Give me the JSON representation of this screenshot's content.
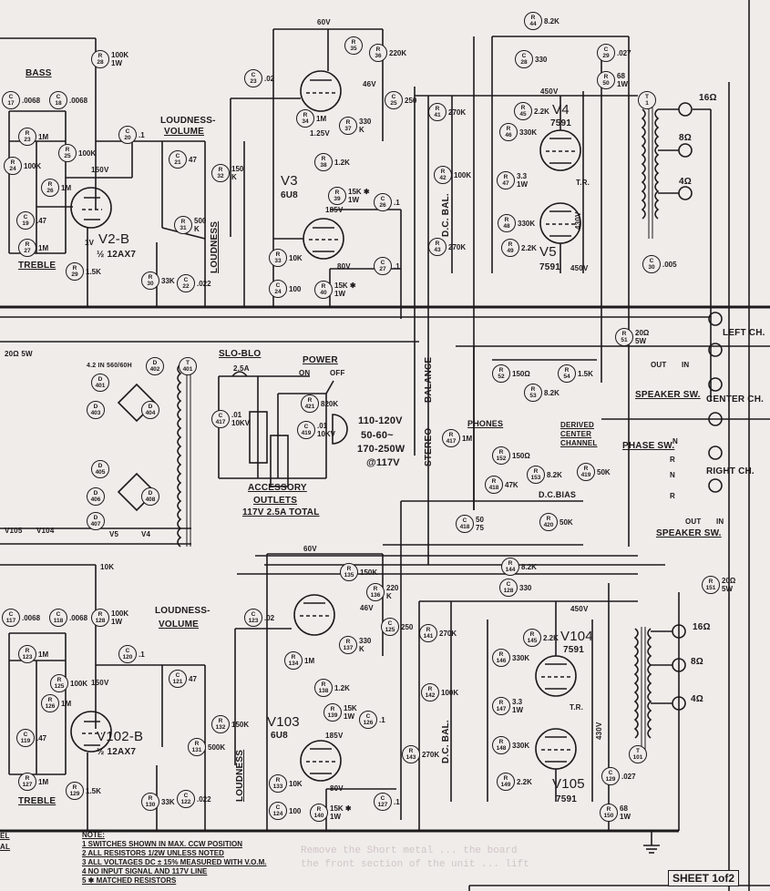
{
  "title_labels": {
    "bass": "BASS",
    "treble": "TREBLE",
    "treble_b": "TREBLE",
    "v2b": "V2-B",
    "v2b_type": "½ 12AX7",
    "loudness_volume_1": "LOUDNESS-",
    "loudness_volume_2": "VOLUME",
    "loudness": "LOUDNESS",
    "v3": "V3",
    "v3_type": "6U8",
    "v4": "V4",
    "v4_type": "7591",
    "v5": "V5",
    "v5_type": "7591",
    "dc_bal": "D.C. BAL.",
    "tr": "T.R.",
    "v60": "60V",
    "v46": "46V",
    "v125": "1.25V",
    "v185": "185V",
    "v80": "80V",
    "v150": "150V",
    "v1": "1V",
    "v450a": "450V",
    "v450b": "450V",
    "v430": "430V",
    "o16": "16Ω",
    "o8": "8Ω",
    "o4": "4Ω",
    "slo_blo": "SLO-BLO",
    "fuse": "2.5A",
    "power": "POWER",
    "on": "ON",
    "off": "OFF",
    "line1": "110-120V",
    "line2": "50-60~",
    "line3": "170-250W",
    "line4": "@117V",
    "acc1": "ACCESSORY",
    "acc2": "OUTLETS",
    "acc3": "117V 2.5A TOTAL",
    "stereo": "STEREO",
    "balance": "BALANCE",
    "phones": "PHONES",
    "derived1": "DERIVED",
    "derived2": "CENTER",
    "derived3": "CHANNEL",
    "dc_bias": "D.C.BIAS",
    "speaker_sw": "SPEAKER SW.",
    "out": "OUT",
    "in": "IN",
    "left_ch": "LEFT CH.",
    "center_ch": "CENTER CH.",
    "right_ch": "RIGHT CH.",
    "phase_sw": "PHASE SW.",
    "speaker_sw2": "SPEAKER SW.",
    "out2": "OUT",
    "in2": "IN",
    "n1": "N",
    "r1": "R",
    "n2": "N",
    "r2": "R",
    "v102b": "V102-B",
    "v102b_type": "½ 12AX7",
    "loudness_volume_b1": "LOUDNESS-",
    "loudness_volume_b2": "VOLUME",
    "loudness_b": "LOUDNESS",
    "v103": "V103",
    "v103_type": "6U8",
    "v104": "V104",
    "v104_type": "7591",
    "v105": "V105",
    "v105_type": "7591",
    "dc_bal_b": "D.C. BAL.",
    "tr_b": "T.R.",
    "v60b": "60V",
    "v46b": "46V",
    "v185b": "185V",
    "v80b": "80V",
    "v150b": "150V",
    "v450c": "450V",
    "v430b": "430V",
    "o16b": "16Ω",
    "o8b": "8Ω",
    "o4b": "4Ω",
    "ch_el": "EL",
    "ch_al": "AL",
    "sel_v105": "V105",
    "sel_v104": "V104",
    "sel_v5": "V5",
    "sel_v4": "V4",
    "r316": "10K",
    "rect_spec": "4.2 IN 560/60H",
    "r406": "20Ω 5W"
  },
  "notes": {
    "heading": "NOTE:",
    "items": [
      "1 SWITCHES SHOWN IN MAX. CCW POSITION",
      "2 ALL RESISTORS 1/2W UNLESS NOTED",
      "3 ALL VOLTAGES DC ± 15% MEASURED WITH V.O.M.",
      "4 NO INPUT SIGNAL AND 117V LINE",
      "5 ✱ MATCHED RESISTORS"
    ]
  },
  "sheet": "SHEET 1of2",
  "components": [
    {
      "kind": "R",
      "num": "28",
      "value": "100K\n1W"
    },
    {
      "kind": "C",
      "num": "17",
      "value": ".0068"
    },
    {
      "kind": "C",
      "num": "18",
      "value": ".0068"
    },
    {
      "kind": "R",
      "num": "23",
      "value": "1M"
    },
    {
      "kind": "R",
      "num": "24",
      "value": "100K"
    },
    {
      "kind": "R",
      "num": "25",
      "value": "100K"
    },
    {
      "kind": "R",
      "num": "26",
      "value": "1M"
    },
    {
      "kind": "C",
      "num": "20",
      "value": ".1"
    },
    {
      "kind": "C",
      "num": "19",
      "value": ".47"
    },
    {
      "kind": "R",
      "num": "27",
      "value": "1M"
    },
    {
      "kind": "R",
      "num": "29",
      "value": "1.5K"
    },
    {
      "kind": "C",
      "num": "21",
      "value": "47"
    },
    {
      "kind": "R",
      "num": "32",
      "value": "150\nK"
    },
    {
      "kind": "R",
      "num": "31",
      "value": "500\nK"
    },
    {
      "kind": "R",
      "num": "30",
      "value": "33K"
    },
    {
      "kind": "C",
      "num": "22",
      "value": ".022"
    },
    {
      "kind": "C",
      "num": "23",
      "value": ".02"
    },
    {
      "kind": "R",
      "num": "35",
      "value": ""
    },
    {
      "kind": "R",
      "num": "34",
      "value": "1M"
    },
    {
      "kind": "R",
      "num": "37",
      "value": "330\nK"
    },
    {
      "kind": "R",
      "num": "38",
      "value": "1.2K"
    },
    {
      "kind": "R",
      "num": "36",
      "value": "220K"
    },
    {
      "kind": "C",
      "num": "25",
      "value": "250"
    },
    {
      "kind": "R",
      "num": "39",
      "value": "15K ✱\n1W"
    },
    {
      "kind": "C",
      "num": "26",
      "value": ".1"
    },
    {
      "kind": "R",
      "num": "33",
      "value": "10K"
    },
    {
      "kind": "C",
      "num": "24",
      "value": "100"
    },
    {
      "kind": "R",
      "num": "40",
      "value": "15K ✱\n1W"
    },
    {
      "kind": "C",
      "num": "27",
      "value": ".1"
    },
    {
      "kind": "R",
      "num": "41",
      "value": "270K"
    },
    {
      "kind": "R",
      "num": "42",
      "value": "100K"
    },
    {
      "kind": "R",
      "num": "43",
      "value": "270K"
    },
    {
      "kind": "R",
      "num": "44",
      "value": "8.2K"
    },
    {
      "kind": "C",
      "num": "28",
      "value": "330"
    },
    {
      "kind": "C",
      "num": "29",
      "value": ".027"
    },
    {
      "kind": "R",
      "num": "50",
      "value": "68\n1W"
    },
    {
      "kind": "R",
      "num": "45",
      "value": "2.2K"
    },
    {
      "kind": "R",
      "num": "46",
      "value": "330K"
    },
    {
      "kind": "R",
      "num": "47",
      "value": "3.3\n1W"
    },
    {
      "kind": "R",
      "num": "48",
      "value": "330K"
    },
    {
      "kind": "R",
      "num": "49",
      "value": "2.2K"
    },
    {
      "kind": "C",
      "num": "30",
      "value": ".005"
    },
    {
      "kind": "T",
      "num": "1",
      "value": ""
    },
    {
      "kind": "R",
      "num": "51",
      "value": "20Ω\n5W"
    },
    {
      "kind": "R",
      "num": "52",
      "value": "150Ω"
    },
    {
      "kind": "R",
      "num": "53",
      "value": "8.2K"
    },
    {
      "kind": "R",
      "num": "54",
      "value": "1.5K"
    },
    {
      "kind": "R",
      "num": "152",
      "value": "150Ω"
    },
    {
      "kind": "R",
      "num": "153",
      "value": "8.2K"
    },
    {
      "kind": "R",
      "num": "419",
      "value": "50K"
    },
    {
      "kind": "R",
      "num": "418",
      "value": "47K"
    },
    {
      "kind": "R",
      "num": "420",
      "value": "50K"
    },
    {
      "kind": "C",
      "num": "418",
      "value": "50\n75"
    },
    {
      "kind": "C",
      "num": "417",
      "value": ".01\n10KV"
    },
    {
      "kind": "R",
      "num": "421",
      "value": "820K"
    },
    {
      "kind": "C",
      "num": "419",
      "value": ".01\n10KV"
    },
    {
      "kind": "R",
      "num": "417",
      "value": "1M"
    },
    {
      "kind": "T",
      "num": "401",
      "value": ""
    },
    {
      "kind": "D",
      "num": "402",
      "value": ""
    },
    {
      "kind": "D",
      "num": "401",
      "value": ""
    },
    {
      "kind": "D",
      "num": "403",
      "value": ""
    },
    {
      "kind": "D",
      "num": "404",
      "value": ""
    },
    {
      "kind": "D",
      "num": "405",
      "value": ""
    },
    {
      "kind": "D",
      "num": "406",
      "value": ""
    },
    {
      "kind": "D",
      "num": "407",
      "value": ""
    },
    {
      "kind": "D",
      "num": "408",
      "value": ""
    },
    {
      "kind": "C",
      "num": "117",
      "value": ".0068"
    },
    {
      "kind": "C",
      "num": "118",
      "value": ".0068"
    },
    {
      "kind": "R",
      "num": "128",
      "value": "100K\n1W"
    },
    {
      "kind": "R",
      "num": "123",
      "value": "1M"
    },
    {
      "kind": "R",
      "num": "125",
      "value": "100K"
    },
    {
      "kind": "R",
      "num": "126",
      "value": "1M"
    },
    {
      "kind": "C",
      "num": "120",
      "value": ".1"
    },
    {
      "kind": "C",
      "num": "119",
      "value": ".47"
    },
    {
      "kind": "R",
      "num": "127",
      "value": "1M"
    },
    {
      "kind": "R",
      "num": "129",
      "value": "1.5K"
    },
    {
      "kind": "C",
      "num": "121",
      "value": "47"
    },
    {
      "kind": "R",
      "num": "132",
      "value": "150K"
    },
    {
      "kind": "R",
      "num": "131",
      "value": "500K"
    },
    {
      "kind": "R",
      "num": "130",
      "value": "33K"
    },
    {
      "kind": "C",
      "num": "122",
      "value": ".022"
    },
    {
      "kind": "C",
      "num": "123",
      "value": ".02"
    },
    {
      "kind": "R",
      "num": "135",
      "value": "150K"
    },
    {
      "kind": "R",
      "num": "136",
      "value": "220\nK"
    },
    {
      "kind": "R",
      "num": "134",
      "value": "1M"
    },
    {
      "kind": "R",
      "num": "137",
      "value": "330\nK"
    },
    {
      "kind": "R",
      "num": "138",
      "value": "1.2K"
    },
    {
      "kind": "C",
      "num": "125",
      "value": "250"
    },
    {
      "kind": "R",
      "num": "139",
      "value": "15K\n1W"
    },
    {
      "kind": "C",
      "num": "126",
      "value": ".1"
    },
    {
      "kind": "R",
      "num": "133",
      "value": "10K"
    },
    {
      "kind": "C",
      "num": "124",
      "value": "100"
    },
    {
      "kind": "R",
      "num": "140",
      "value": "15K ✱\n1W"
    },
    {
      "kind": "C",
      "num": "127",
      "value": ".1"
    },
    {
      "kind": "R",
      "num": "141",
      "value": "270K"
    },
    {
      "kind": "R",
      "num": "142",
      "value": "100K"
    },
    {
      "kind": "R",
      "num": "143",
      "value": "270K"
    },
    {
      "kind": "R",
      "num": "144",
      "value": "8.2K"
    },
    {
      "kind": "C",
      "num": "128",
      "value": "330"
    },
    {
      "kind": "R",
      "num": "145",
      "value": "2.2K"
    },
    {
      "kind": "R",
      "num": "146",
      "value": "330K"
    },
    {
      "kind": "R",
      "num": "147",
      "value": "3.3\n1W"
    },
    {
      "kind": "R",
      "num": "148",
      "value": "330K"
    },
    {
      "kind": "R",
      "num": "149",
      "value": "2.2K"
    },
    {
      "kind": "C",
      "num": "129",
      "value": ".027"
    },
    {
      "kind": "R",
      "num": "150",
      "value": "68\n1W"
    },
    {
      "kind": "T",
      "num": "101",
      "value": ""
    },
    {
      "kind": "R",
      "num": "151",
      "value": "20Ω\n5W"
    }
  ]
}
